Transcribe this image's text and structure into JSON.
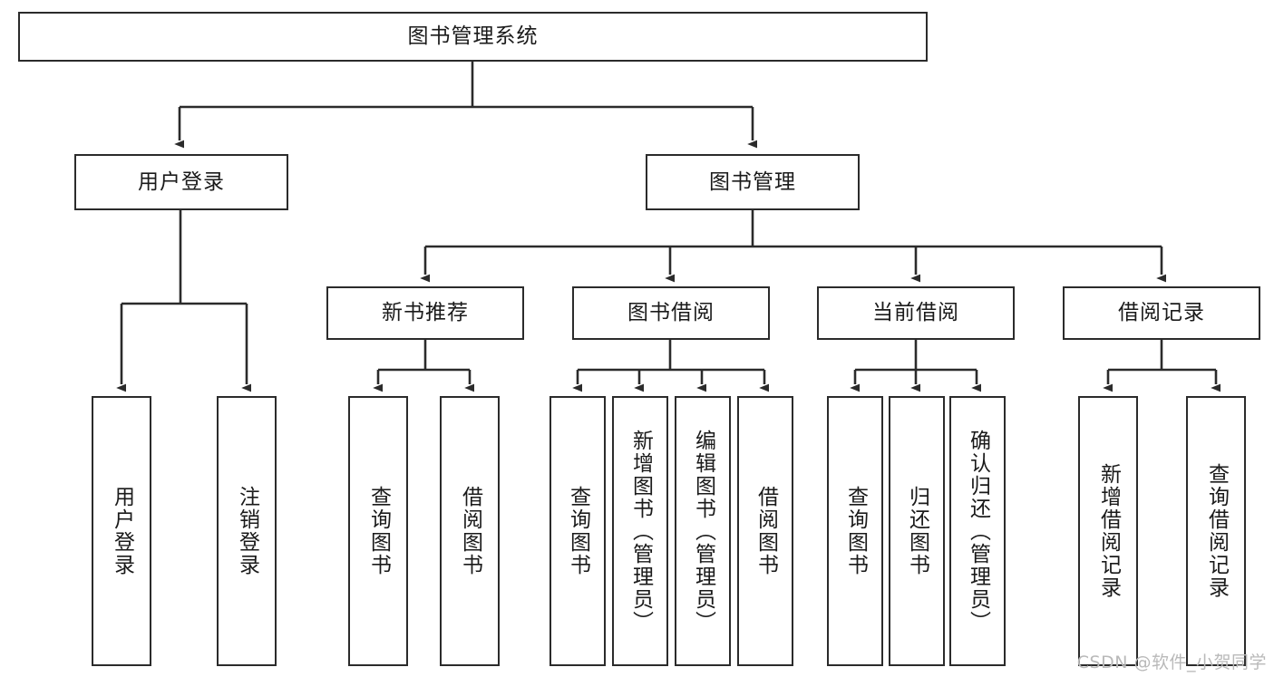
{
  "diagram": {
    "type": "tree-hierarchy",
    "title": "图书管理系统",
    "watermark": "CSDN @软件_小贺同学",
    "colors": {
      "stroke": "#2b2b2b",
      "fill": "#ffffff",
      "text": "#1a1a1a",
      "watermark": "#b9b9b9"
    },
    "nodes": {
      "root": {
        "label": "图书管理系统",
        "orientation": "horizontal"
      },
      "level2": [
        {
          "label": "用户登录",
          "orientation": "horizontal"
        },
        {
          "label": "图书管理",
          "orientation": "horizontal"
        }
      ],
      "level3": [
        {
          "label": "新书推荐",
          "orientation": "horizontal"
        },
        {
          "label": "图书借阅",
          "orientation": "horizontal"
        },
        {
          "label": "当前借阅",
          "orientation": "horizontal"
        },
        {
          "label": "借阅记录",
          "orientation": "horizontal"
        }
      ],
      "leaves": {
        "user_login": [
          {
            "label": "用户登录",
            "orientation": "vertical"
          },
          {
            "label": "注销登录",
            "orientation": "vertical"
          }
        ],
        "new_book_rec": [
          {
            "label": "查询图书",
            "orientation": "vertical"
          },
          {
            "label": "借阅图书",
            "orientation": "vertical"
          }
        ],
        "book_borrow": [
          {
            "label": "查询图书",
            "orientation": "vertical"
          },
          {
            "label": "新增图书（管理员）",
            "orientation": "vertical"
          },
          {
            "label": "编辑图书（管理员）",
            "orientation": "vertical"
          },
          {
            "label": "借阅图书",
            "orientation": "vertical"
          }
        ],
        "current_borrow": [
          {
            "label": "查询图书",
            "orientation": "vertical"
          },
          {
            "label": "归还图书",
            "orientation": "vertical"
          },
          {
            "label": "确认归还（管理员）",
            "orientation": "vertical"
          }
        ],
        "borrow_record": [
          {
            "label": "新增借阅记录",
            "orientation": "vertical"
          },
          {
            "label": "查询借阅记录",
            "orientation": "vertical"
          }
        ]
      }
    }
  }
}
